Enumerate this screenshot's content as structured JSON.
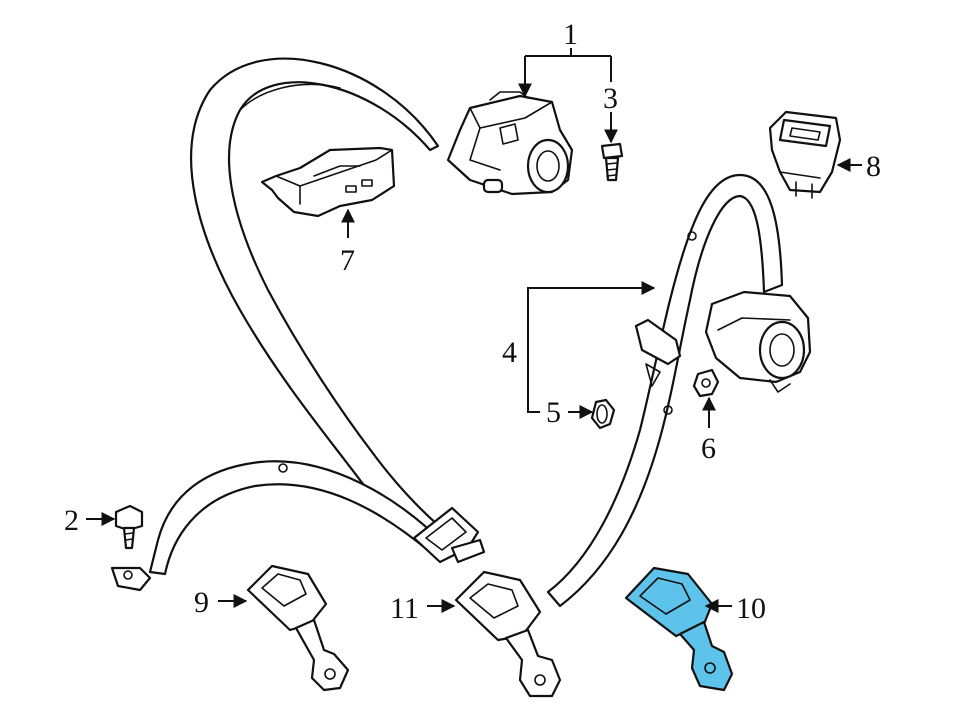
{
  "callouts": {
    "c1": "1",
    "c2": "2",
    "c3": "3",
    "c4": "4",
    "c5": "5",
    "c6": "6",
    "c7": "7",
    "c8": "8",
    "c9": "9",
    "c10": "10",
    "c11": "11"
  },
  "colors": {
    "highlight": "#5ec3ea",
    "line": "#111111",
    "background": "#ffffff"
  }
}
